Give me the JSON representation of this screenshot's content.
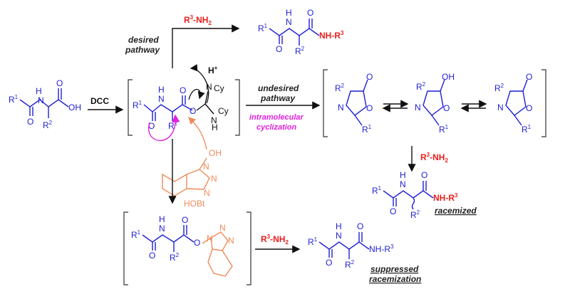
{
  "reagents": {
    "dcc": "DCC",
    "amine": "R3-NH2",
    "hplus": "H+",
    "cy1": "Cy",
    "cy2": "Cy",
    "hobt": "HOBt",
    "oh": "OH"
  },
  "labels": {
    "desired_1": "desired",
    "desired_2": "pathway",
    "undesired_1": "undesired",
    "undesired_2": "pathway",
    "intramolecular_1": "intramolecular",
    "intramolecular_2": "cyclization",
    "racemized": "racemized",
    "suppressed_1": "suppressed",
    "suppressed_2": "racemization"
  },
  "atoms": {
    "R1": "R",
    "R2": "R",
    "R3": "R",
    "sup1": "1",
    "sup2": "2",
    "sup3": "3",
    "N": "N",
    "H": "H",
    "O": "O",
    "OH": "OH",
    "NH": "NH"
  },
  "colors": {
    "structure": "#1f1fd6",
    "reagent": "#e8201c",
    "hobt": "#f08a5a",
    "cyclization": "#e020e0",
    "text": "#222222"
  }
}
